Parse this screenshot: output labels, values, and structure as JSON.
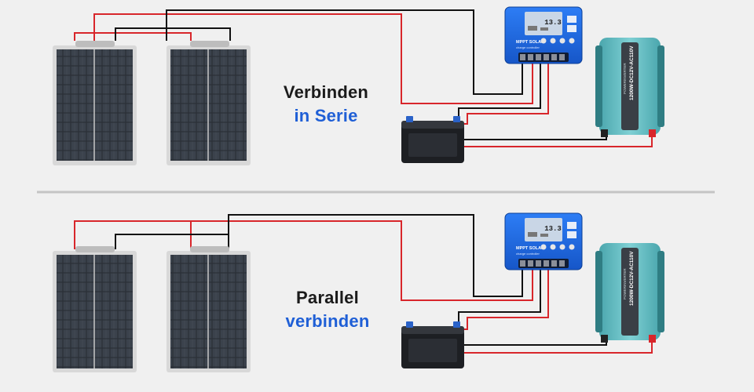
{
  "sections": [
    {
      "id": "series",
      "title_line1": "Verbinden",
      "title_line2": "in Serie"
    },
    {
      "id": "parallel",
      "title_line1": "Parallel",
      "title_line2": "verbinden"
    }
  ],
  "controller": {
    "display_value": "13.3",
    "brand_line": "MPPT SOLAR",
    "sub_line": "charge controller"
  },
  "inverter": {
    "model_text": "1200W-DC12V-AC110V",
    "brand_text": "POWERINVERTER"
  },
  "colors": {
    "background": "#f0f0f0",
    "wire_positive": "#d8262b",
    "wire_negative": "#111111",
    "controller_blue": "#1e6ff0",
    "inverter_teal": "#5fb7bd",
    "divider": "#c4c4c4",
    "title_accent": "#1f5fd6"
  },
  "icons": [
    "solar-panel-icon",
    "charge-controller-icon",
    "battery-icon",
    "inverter-icon"
  ]
}
